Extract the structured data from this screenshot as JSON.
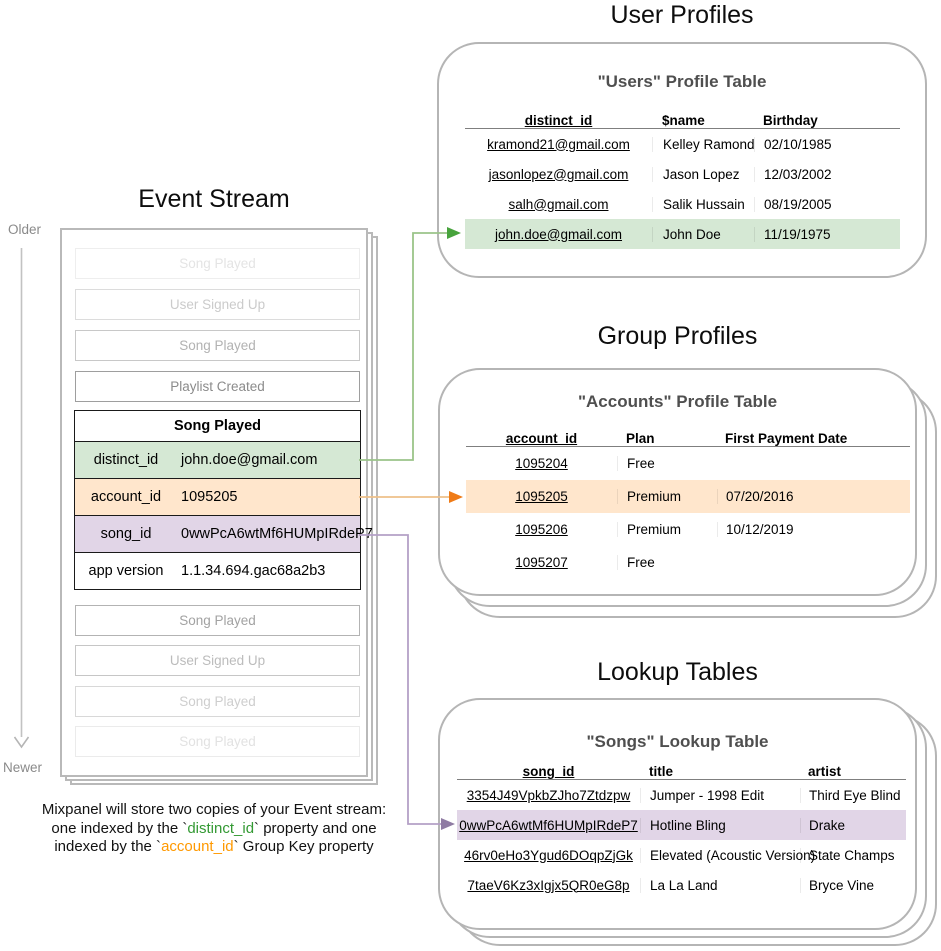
{
  "titles": {
    "event_stream": "Event Stream",
    "user_profiles": "User Profiles",
    "group_profiles": "Group Profiles",
    "lookup_tables": "Lookup Tables"
  },
  "timeline": {
    "older": "Older",
    "newer": "Newer"
  },
  "event_stream": {
    "events_before": [
      "Song Played",
      "User Signed Up",
      "Song Played",
      "Playlist Created"
    ],
    "expanded_event": {
      "title": "Song Played",
      "properties": [
        {
          "key": "distinct_id",
          "value": "john.doe@gmail.com"
        },
        {
          "key": "account_id",
          "value": "1095205"
        },
        {
          "key": "song_id",
          "value": "0wwPcA6wtMf6HUMpIRdeP7"
        },
        {
          "key": "app version",
          "value": "1.1.34.694.gac68a2b3"
        }
      ]
    },
    "events_after": [
      "Song Played",
      "User Signed Up",
      "Song Played",
      "Song Played"
    ]
  },
  "users_table": {
    "heading": "\"Users\" Profile Table",
    "columns": [
      "distinct_id",
      "$name",
      "Birthday"
    ],
    "rows": [
      [
        "kramond21@gmail.com",
        "Kelley Ramond",
        "02/10/1985"
      ],
      [
        "jasonlopez@gmail.com",
        "Jason Lopez",
        "12/03/2002"
      ],
      [
        "salh@gmail.com",
        "Salik Hussain",
        "08/19/2005"
      ],
      [
        "john.doe@gmail.com",
        "John Doe",
        "11/19/1975"
      ]
    ],
    "highlighted_row_index": 3
  },
  "accounts_table": {
    "heading": "\"Accounts\" Profile Table",
    "columns": [
      "account_id",
      "Plan",
      "First Payment Date"
    ],
    "rows": [
      [
        "1095204",
        "Free",
        ""
      ],
      [
        "1095205",
        "Premium",
        "07/20/2016"
      ],
      [
        "1095206",
        "Premium",
        "10/12/2019"
      ],
      [
        "1095207",
        "Free",
        ""
      ]
    ],
    "highlighted_row_index": 1
  },
  "songs_table": {
    "heading": "\"Songs\" Lookup Table",
    "columns": [
      "song_id",
      "title",
      "artist"
    ],
    "rows": [
      [
        "3354J49VpkbZJho7Ztdzpw",
        "Jumper - 1998 Edit",
        "Third Eye Blind"
      ],
      [
        "0wwPcA6wtMf6HUMpIRdeP7",
        "Hotline Bling",
        "Drake"
      ],
      [
        "46rv0eHo3Ygud6DOqpZjGk",
        "Elevated (Acoustic Version)",
        "State Champs"
      ],
      [
        "7taeV6Kz3xIgjx5QR0eG8p",
        "La La Land",
        "Bryce Vine"
      ]
    ],
    "highlighted_row_index": 1
  },
  "caption": {
    "line1": "Mixpanel will store two copies of your Event stream:",
    "line2_prefix": "one indexed by the `",
    "line2_key": "distinct_id",
    "line2_suffix": "` property and one",
    "line3_prefix": "indexed by the `",
    "line3_key": "account_id",
    "line3_suffix": "` Group Key property"
  },
  "colors": {
    "highlight_green": "#d5e8d4",
    "highlight_orange": "#ffe6cc",
    "highlight_purple": "#e1d5e7",
    "arrow_green": "#47a33c",
    "arrow_orange": "#ef7b17",
    "arrow_purple": "#8f7ba3",
    "caption_green": "#339933",
    "caption_orange": "#ff9900"
  }
}
